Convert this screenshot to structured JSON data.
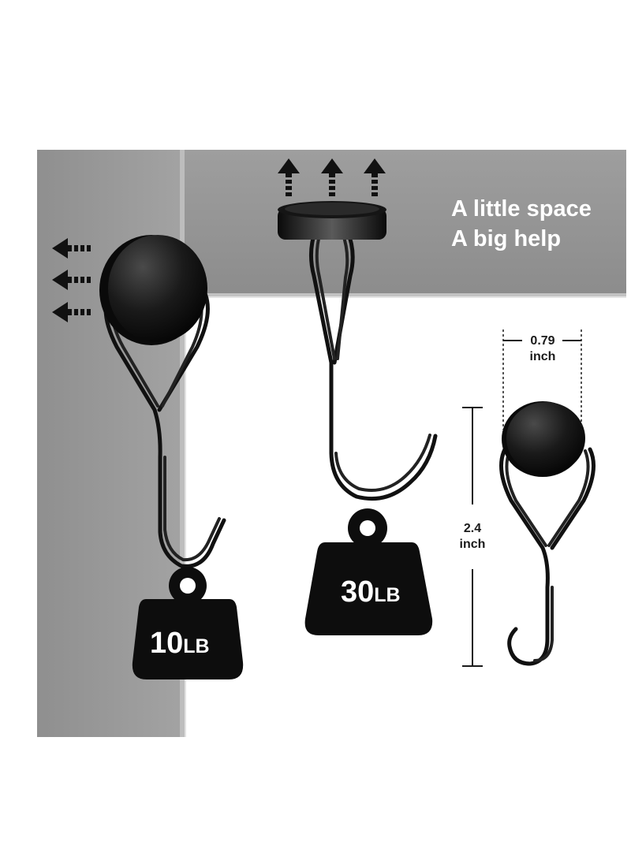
{
  "headline": {
    "line1": "A little space",
    "line2": "A big help"
  },
  "weights": {
    "left": {
      "number": "10",
      "unit": "LB"
    },
    "middle": {
      "number": "30",
      "unit": "LB"
    }
  },
  "dimensions": {
    "diameter": {
      "value": "0.79",
      "unit": "inch"
    },
    "height": {
      "value": "2.4",
      "unit": "inch"
    }
  },
  "colors": {
    "wall": "#9a9a9a",
    "ceiling": "#9d9d9d",
    "hook": "#111111",
    "background": "#ffffff"
  }
}
